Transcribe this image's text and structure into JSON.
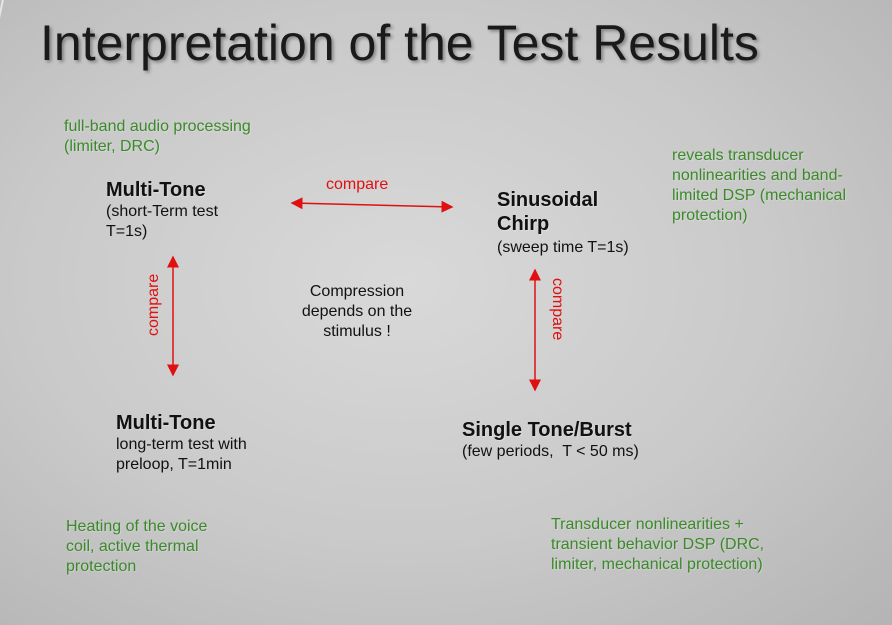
{
  "title": "Interpretation of the Test Results",
  "colors": {
    "green_text": "#3b8a2a",
    "arrow_red": "#e01010"
  },
  "top_left_note": [
    "full-band audio processing",
    "(limiter, DRC)"
  ],
  "top_right_note": [
    "reveals transducer",
    "nonlinearities and band-",
    "limited DSP (mechanical",
    "protection)"
  ],
  "bottom_left_note": [
    "Heating of the voice",
    "coil, active thermal",
    "protection"
  ],
  "bottom_right_note": [
    "Transducer nonlinearities +",
    "transient behavior DSP (DRC,",
    "limiter, mechanical protection)"
  ],
  "nodes": {
    "multitone_short": {
      "title": "Multi-Tone",
      "desc": [
        "(short-Term test",
        "T=1s)"
      ]
    },
    "chirp": {
      "title": [
        "Sinusoidal",
        "Chirp"
      ],
      "desc": [
        "(sweep time T=1s)"
      ]
    },
    "multitone_long": {
      "title": "Multi-Tone",
      "desc": [
        "long-term test with",
        "preloop, T=1min"
      ]
    },
    "single_tone": {
      "title": "Single Tone/Burst",
      "desc": [
        "(few periods,  T < 50 ms)"
      ]
    }
  },
  "compare_labels": {
    "top": "compare",
    "left": "compare",
    "right": "compare"
  },
  "center_note": [
    "Compression",
    "depends on the",
    "stimulus !"
  ]
}
